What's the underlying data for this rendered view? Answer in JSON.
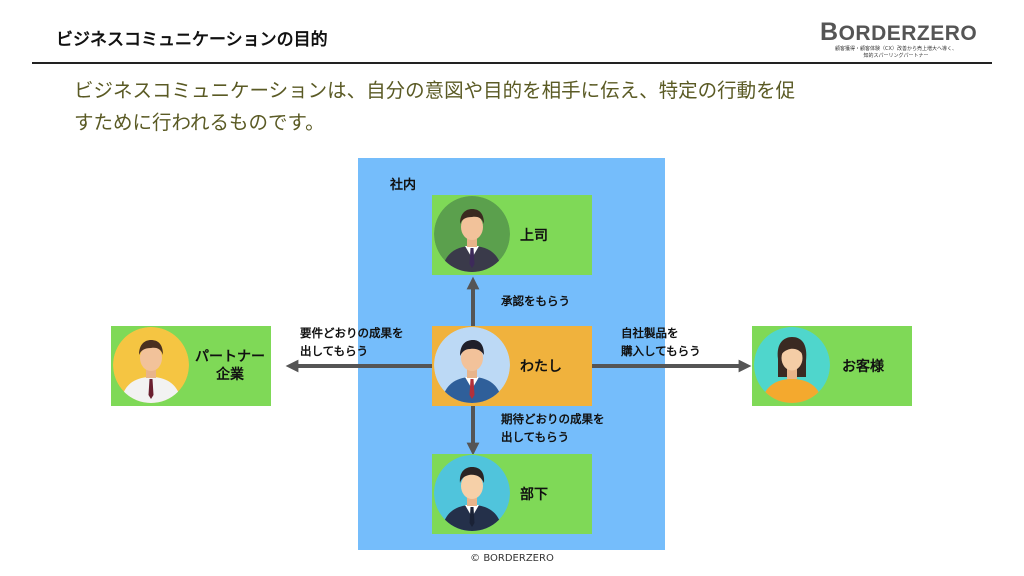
{
  "slide": {
    "title": "ビジネスコミュニケーションの目的",
    "lead_line1": "ビジネスコミュニケーションは、自分の意図や目的を相手に伝え、特定の行動を促",
    "lead_line2": "すために行われるものです。",
    "copyright": "© BORDERZERO"
  },
  "logo": {
    "word_b": "B",
    "word_rest": "ORDERZERO",
    "tagline1": "顧客獲得・顧客体験（CX）改善から売上増大へ導く、",
    "tagline2": "知的スパーリングパートナー"
  },
  "diagram": {
    "company_label": "社内",
    "nodes": {
      "boss": "上司",
      "me": "わたし",
      "subordinate": "部下",
      "partner_line1": "パートナー",
      "partner_line2": "企業",
      "customer": "お客様"
    },
    "edges": {
      "to_boss": "承認をもらう",
      "to_partner_line1": "要件どおりの成果を",
      "to_partner_line2": "出してもらう",
      "to_customer_line1": "自社製品を",
      "to_customer_line2": "購入してもらう",
      "to_subordinate_line1": "期待どおりの成果を",
      "to_subordinate_line2": "出してもらう"
    },
    "colors": {
      "company_area": "#75bdfb",
      "node_green": "#7fd957",
      "node_me": "#f0b23d",
      "arrow": "#555555"
    }
  }
}
